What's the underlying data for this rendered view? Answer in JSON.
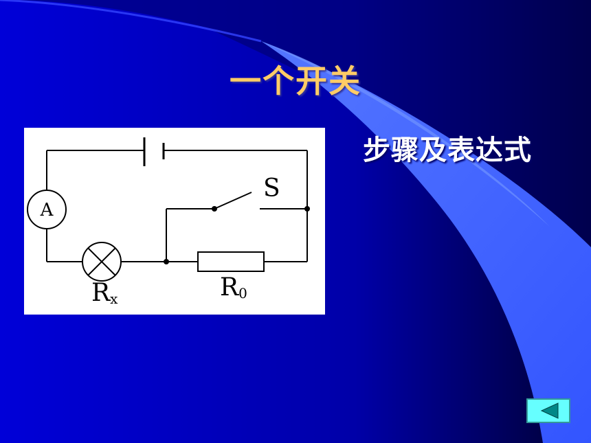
{
  "slide": {
    "title": "一个开关",
    "subtitle": "步骤及表达式"
  },
  "circuit": {
    "ammeter_label": "A",
    "switch_label": "S",
    "lamp_label": "R",
    "lamp_label_sub": "x",
    "resistor_label": "R",
    "resistor_label_sub": "0"
  },
  "navigation": {
    "back_icon": "triangle-left-icon"
  },
  "colors": {
    "background": "#0000cc",
    "title": "#ffcc66",
    "subtitle": "#ffffff",
    "nav_button": "#66ffff"
  }
}
